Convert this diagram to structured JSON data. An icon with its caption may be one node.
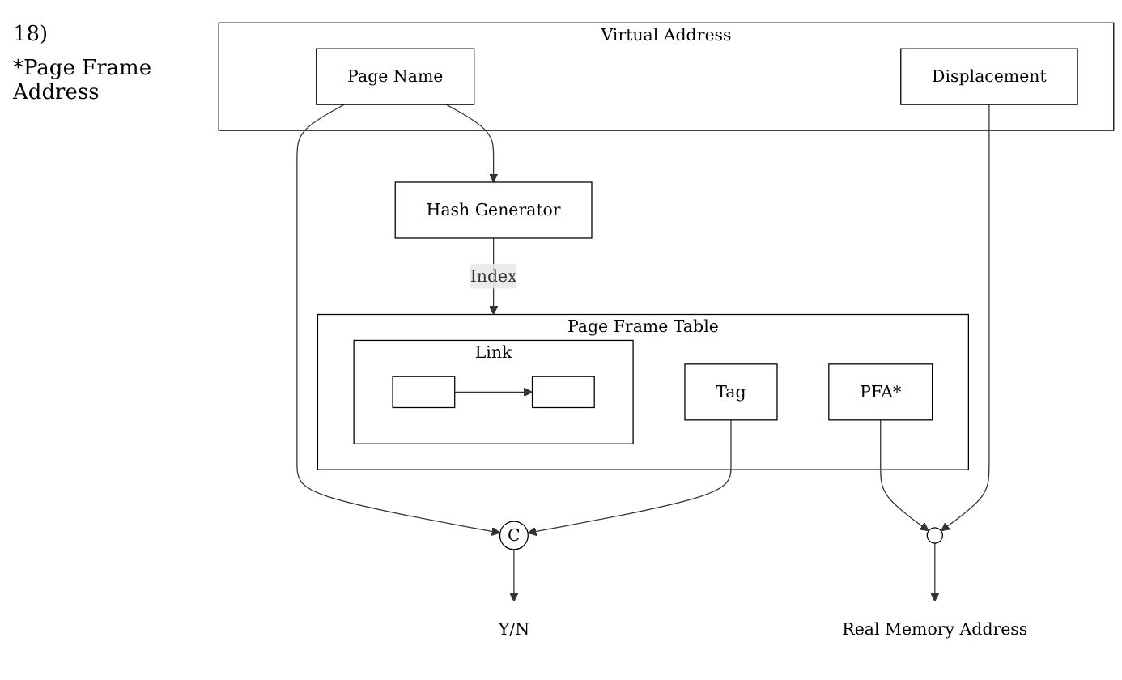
{
  "diagram": {
    "nodes": [
      {
        "text": [
          "Virtual Address"
        ]
      },
      {
        "text": [
          "Page Name"
        ],
        "in": 0
      },
      {
        "text": [
          "Displacement"
        ],
        "in": 0
      },
      {
        "text": [
          "C"
        ]
      },
      {
        "text": [
          "Y/N"
        ]
      },
      {
        "text": [
          "Hash Generator"
        ]
      },
      {
        "text": [
          "Page Frame Table"
        ]
      },
      {
        "text": [
          "Tag"
        ],
        "in": 6
      },
      {
        "text": [
          "PFA*"
        ],
        "in": 6
      },
      {
        "text": [
          "Link"
        ],
        "in": 6
      },
      {
        "text": [],
        "shape": "box",
        "in": 9
      },
      {
        "text": [],
        "shape": "box",
        "in": 9
      },
      {
        "text": [],
        "shape": "circle"
      },
      {
        "text": [
          "Real Memory Address"
        ]
      }
    ],
    "edges": [
      {
        "from": 1,
        "to": 3,
        "arrow": "to"
      },
      {
        "from": 1,
        "to": 5,
        "arrow": "to"
      },
      {
        "from": 7,
        "to": 3,
        "arrow": "to"
      },
      {
        "from": 3,
        "to": 4,
        "arrow": "to"
      },
      {
        "from": 5,
        "to": 6,
        "arrow": "to",
        "label": "Index"
      },
      {
        "from": 2,
        "to": 12,
        "arrow": "to"
      },
      {
        "from": 8,
        "to": 12,
        "arrow": "to"
      },
      {
        "from": 10,
        "to": 11,
        "arrow": "to"
      },
      {
        "from": 12,
        "to": 13,
        "arrow": "to"
      }
    ],
    "labels": [
      "18)",
      "*Page Frame Address"
    ]
  }
}
